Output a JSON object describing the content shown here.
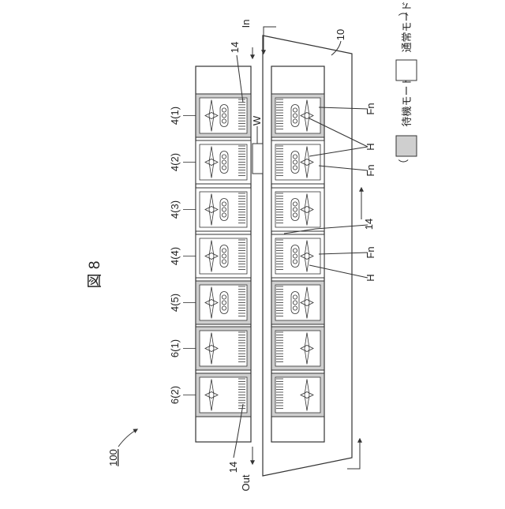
{
  "figure": {
    "title": "図 8",
    "reference": "100"
  },
  "labels": {
    "inlet": "In",
    "outlet": "Out",
    "conveyor": "10",
    "fan": "Fn",
    "heater": "H",
    "workpiece": "W",
    "heater_bank": "14"
  },
  "zones": [
    "4(1)",
    "4(2)",
    "4(3)",
    "4(4)",
    "4(5)",
    "6(1)",
    "6(2)"
  ],
  "legend": {
    "open_paren": "（",
    "standby": "待機モード",
    "separator": "；",
    "normal": "通常モード",
    "close_paren": "）"
  },
  "modes": {
    "upper_row": [
      "standby",
      "normal",
      "normal",
      "normal",
      "standby",
      "standby",
      "standby"
    ],
    "lower_row": [
      "standby",
      "normal",
      "normal",
      "normal",
      "standby",
      "standby",
      "standby"
    ]
  },
  "colors": {
    "standby_fill": "#cfcfcf",
    "normal_fill": "#ffffff",
    "line": "#333333"
  }
}
